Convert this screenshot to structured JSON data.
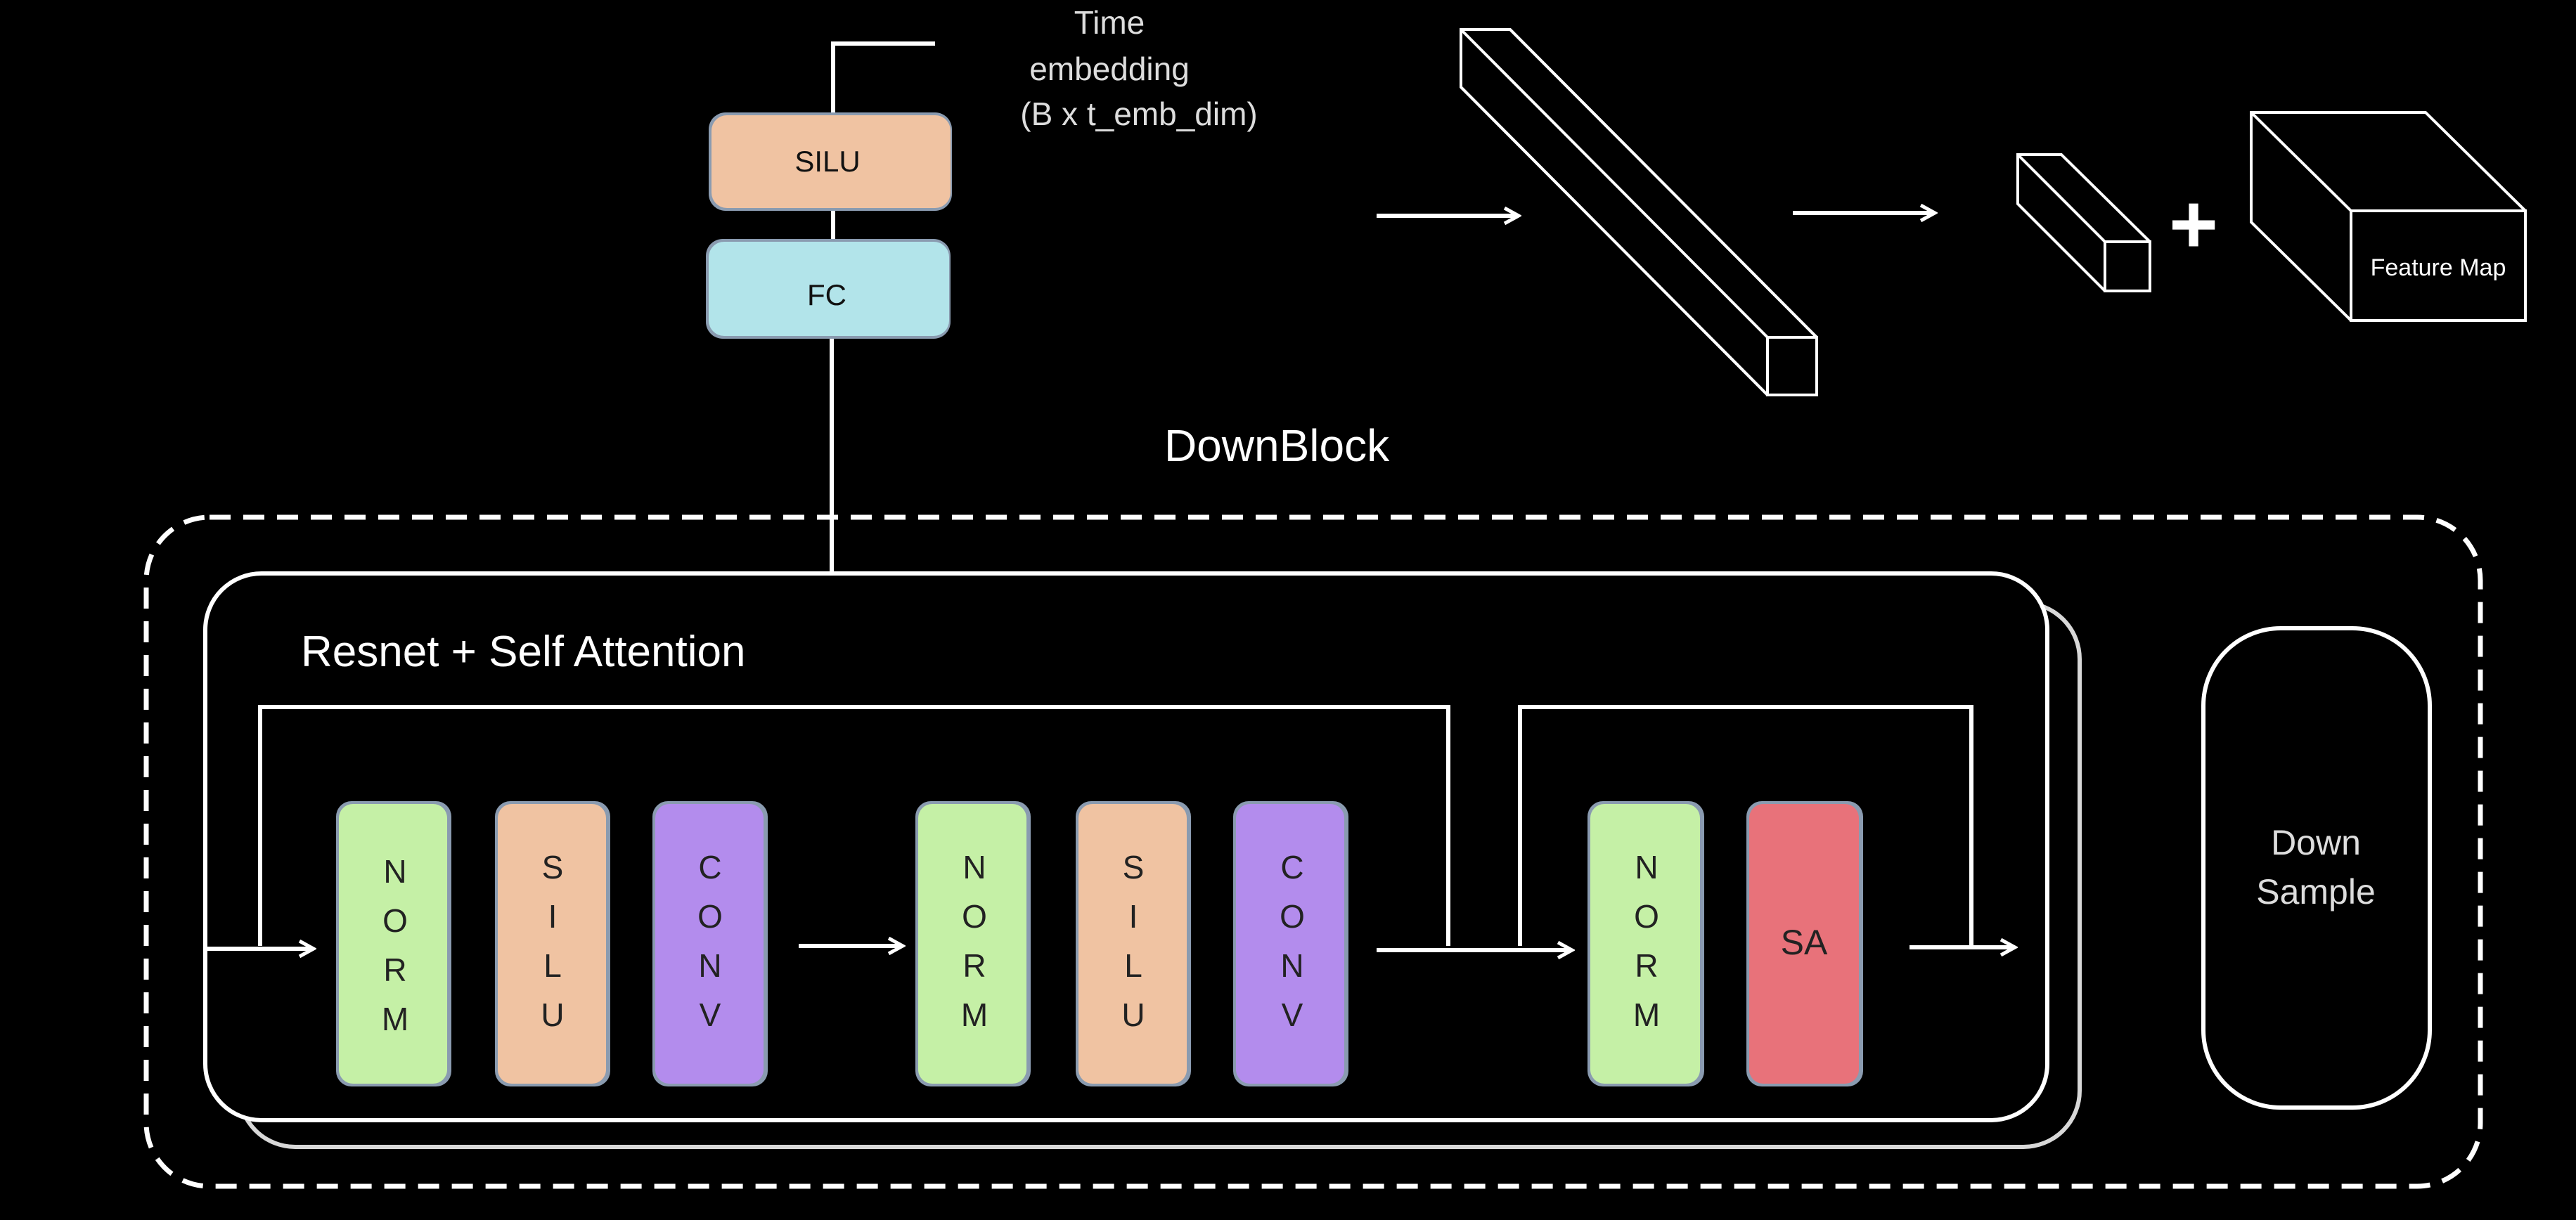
{
  "time_embedding": {
    "label_line1": "Time",
    "label_line2": "embedding",
    "label_line3": "(B x t_emb_dim)",
    "silu_label": "SILU",
    "fc_label": "FC"
  },
  "broadcast": {
    "plus_sign": "+",
    "feature_map_label": "Feature Map"
  },
  "downblock": {
    "title": "DownBlock",
    "resnet_title": "Resnet + Self Attention",
    "resnet_layers_1": [
      {
        "kind": "norm",
        "letters": [
          "N",
          "O",
          "R",
          "M"
        ]
      },
      {
        "kind": "silu",
        "letters": [
          "S",
          "I",
          "L",
          "U"
        ]
      },
      {
        "kind": "conv",
        "letters": [
          "C",
          "O",
          "N",
          "V"
        ]
      }
    ],
    "resnet_layers_2": [
      {
        "kind": "norm",
        "letters": [
          "N",
          "O",
          "R",
          "M"
        ]
      },
      {
        "kind": "silu",
        "letters": [
          "S",
          "I",
          "L",
          "U"
        ]
      },
      {
        "kind": "conv",
        "letters": [
          "C",
          "O",
          "N",
          "V"
        ]
      }
    ],
    "attention_norm_letters": [
      "N",
      "O",
      "R",
      "M"
    ],
    "attention_label": "SA",
    "downsample_line1": "Down",
    "downsample_line2": "Sample"
  },
  "colors": {
    "background": "#000000",
    "line": "#ffffff",
    "silu": "#f0c3a2",
    "fc": "#b2e4ea",
    "norm": "#c5f0a6",
    "conv": "#b38ced",
    "sa": "#e8727a",
    "block_shadow": "#8a9bb0",
    "muted_text": "#dddddd"
  }
}
